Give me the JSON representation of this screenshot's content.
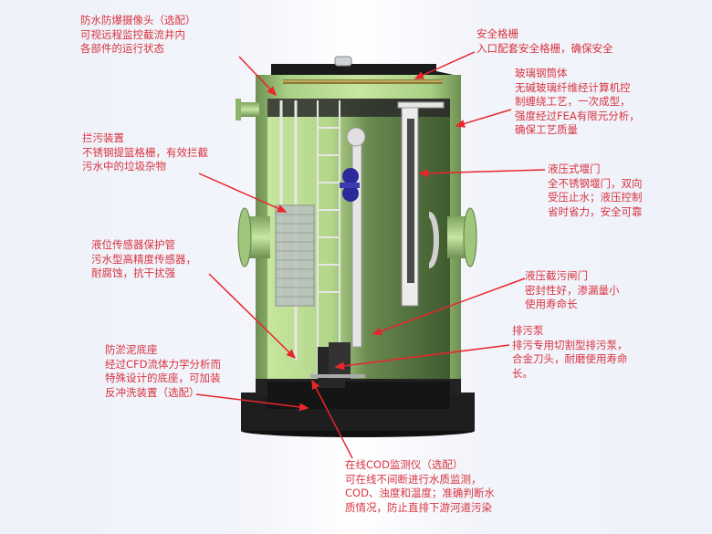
{
  "diagram": {
    "type": "integrated-pump-station-cutaway",
    "text_color": "#d8333f",
    "arrow_color": "#e8262b",
    "colors": {
      "fiberglass_green": "#b8d98e",
      "inner_green_dark": "#5f7d48",
      "base_black": "#1e1e1e",
      "valve_blue": "#2a2a9a"
    }
  },
  "labels": {
    "camera": {
      "title": "防水防爆摄像头（选配）",
      "lines": [
        "可视远程监控截流井内",
        "各部件的运行状态"
      ]
    },
    "grille": {
      "title": "安全格栅",
      "lines": [
        "入口配套安全格栅，确保安全"
      ]
    },
    "body": {
      "title": "玻璃钢筒体",
      "lines": [
        "无碱玻璃纤维经计算机控",
        "制缠绕工艺，一次成型，",
        "强度经过FEA有限元分析，",
        "确保工艺质量"
      ]
    },
    "trash": {
      "title": "拦污装置",
      "lines": [
        "不锈钢提篮格栅，有效拦截",
        "污水中的垃圾杂物"
      ]
    },
    "weir": {
      "title": "液压式堰门",
      "lines": [
        "全不锈钢堰门，双向",
        "受压止水；液压控制",
        "省时省力，安全可靠"
      ]
    },
    "sensor": {
      "title": "液位传感器保护管",
      "lines": [
        "污水型高精度传感器，",
        "耐腐蚀，抗干扰强"
      ]
    },
    "gate": {
      "title": "液压截污闸门",
      "lines": [
        "密封性好，渗漏量小",
        "使用寿命长"
      ]
    },
    "pump": {
      "title": "排污泵",
      "lines": [
        "排污专用切割型排污泵，",
        "合金刀头，耐磨使用寿命",
        "长。"
      ]
    },
    "base": {
      "title": "防淤泥底座",
      "lines": [
        "经过CFD流体力学分析而",
        "特殊设计的底座，可加装",
        "反冲洗装置（选配）"
      ]
    },
    "cod": {
      "title": "在线COD监测仪（选配）",
      "lines": [
        "可在线不间断进行水质监测，",
        "COD、浊度和温度；准确判断水",
        "质情况，防止直排下游河道污染"
      ]
    }
  }
}
